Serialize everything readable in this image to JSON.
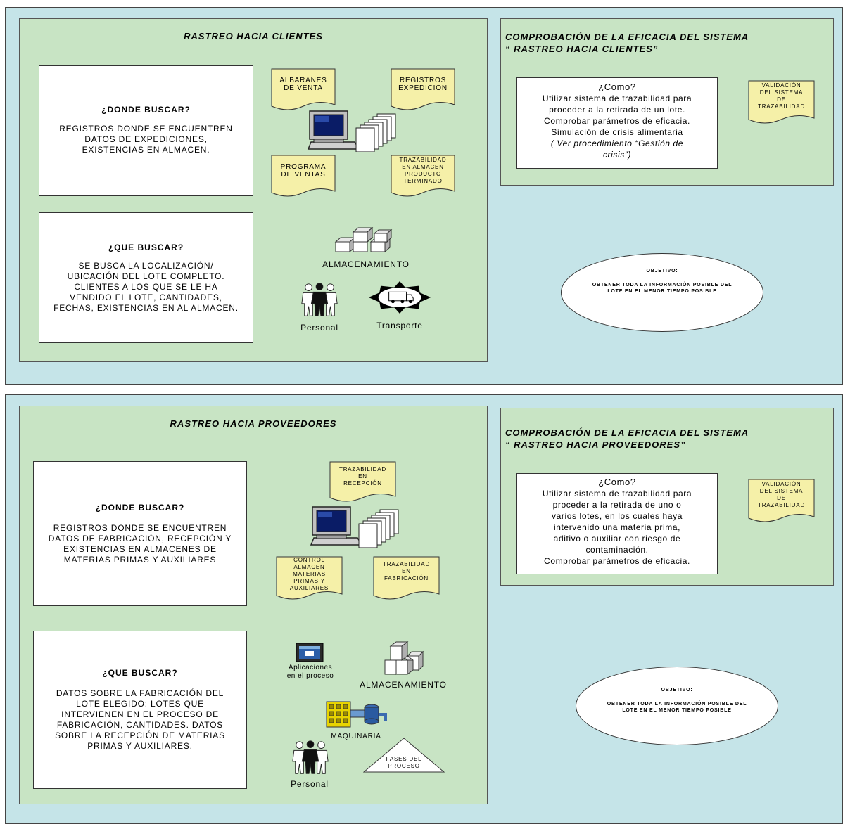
{
  "section1": {
    "panel_title": "RASTREO HACIA CLIENTES",
    "donde": {
      "heading": "¿DONDE BUSCAR?",
      "text": [
        "REGISTROS DONDE SE ENCUENTREN",
        "DATOS DE EXPEDICIONES,",
        "EXISTENCIAS EN ALMACEN."
      ]
    },
    "que": {
      "heading": "¿QUE BUSCAR?",
      "text": [
        "SE BUSCA LA LOCALIZACIÓN/",
        "UBICACIÓN DEL LOTE COMPLETO.",
        "CLIENTES A LOS QUE SE LE HA",
        "VENDIDO EL LOTE, CANTIDADES,",
        "FECHAS, EXISTENCIAS EN AL ALMACEN."
      ]
    },
    "docs": {
      "albaranes": [
        "ALBARANES",
        "DE VENTA"
      ],
      "registros": [
        "REGISTROS",
        "EXPEDICIÓN"
      ],
      "programa": [
        "PROGRAMA",
        "DE VENTAS"
      ],
      "trazabilidad": [
        "TRAZABILIDAD",
        "EN ALMACEN",
        "PRODUCTO",
        "TERMINADO"
      ]
    },
    "labels": {
      "almacenamiento": "ALMACENAMIENTO",
      "personal": "Personal",
      "transporte": "Transporte"
    },
    "check_title": [
      "COMPROBACIÓN DE LA EFICACIA DEL SISTEMA",
      "“ RASTREO HACIA CLIENTES”"
    ],
    "como": {
      "heading": "¿Como?",
      "lines": [
        "Utilizar sistema de trazabilidad para",
        "proceder a la retirada de un lote.",
        "Comprobar parámetros de eficacia.",
        "Simulación de crisis alimentaria"
      ],
      "italic": [
        "( Ver procedimiento “Gestión de",
        "crisis”)"
      ]
    },
    "validacion": [
      "VALIDACIÓN",
      "DEL SISTEMA",
      "DE",
      "TRAZABILIDAD"
    ],
    "objetivo": {
      "heading": "OBJETIVO:",
      "text": [
        "OBTENER TODA LA INFORMACIÓN POSIBLE DEL",
        "LOTE EN EL MENOR TIEMPO POSIBLE"
      ]
    }
  },
  "section2": {
    "panel_title": "RASTREO HACIA PROVEEDORES",
    "donde": {
      "heading": "¿DONDE BUSCAR?",
      "text": [
        "REGISTROS DONDE SE ENCUENTREN",
        "DATOS DE FABRICACIÓN, RECEPCIÓN Y",
        "EXISTENCIAS EN ALMACENES DE",
        "MATERIAS PRIMAS Y AUXILIARES"
      ]
    },
    "que": {
      "heading": "¿QUE BUSCAR?",
      "text": [
        "DATOS SOBRE LA FABRICACIÓN DEL",
        "LOTE ELEGIDO: LOTES QUE",
        "INTERVIENEN EN EL PROCESO DE",
        "FABRICACIÓN, CANTIDADES. DATOS",
        "SOBRE LA RECEPCIÓN DE MATERIAS",
        "PRIMAS Y AUXILIARES."
      ]
    },
    "docs": {
      "recepcion": [
        "TRAZABILIDAD",
        "EN",
        "RECEPCIÓN"
      ],
      "control": [
        "CONTROL",
        "ALMACEN",
        "MATERIAS",
        "PRIMAS Y",
        "AUXILIARES"
      ],
      "fabricacion": [
        "TRAZABILIDAD",
        "EN",
        "FABRICACIÓN"
      ]
    },
    "labels": {
      "aplicaciones": [
        "Aplicaciones",
        "en el proceso"
      ],
      "almacenamiento": "ALMACENAMIENTO",
      "maquinaria": "MAQUINARIA",
      "fases": [
        "FASES DEL",
        "PROCESO"
      ],
      "personal": "Personal"
    },
    "check_title": [
      "COMPROBACIÓN DE LA EFICACIA DEL SISTEMA",
      "“ RASTREO HACIA PROVEEDORES”"
    ],
    "como": {
      "heading": "¿Como?",
      "lines": [
        "Utilizar sistema de trazabilidad para",
        "proceder a la retirada de uno o",
        "varios lotes, en los cuales haya",
        "intervenido una materia prima,",
        "aditivo o auxiliar con riesgo de",
        "contaminación.",
        "Comprobar parámetros de eficacia."
      ]
    },
    "validacion": [
      "VALIDACIÓN",
      "DEL SISTEMA",
      "DE",
      "TRAZABILIDAD"
    ],
    "objetivo": {
      "heading": "OBJETIVO:",
      "text": [
        "OBTENER TODA LA INFORMACIÓN POSIBLE DEL",
        "LOTE EN EL MENOR TIEMPO POSIBLE"
      ]
    }
  },
  "colors": {
    "outer_bg": "#c5e4e8",
    "panel_bg": "#c8e4c4",
    "doc_fill": "#f5f0a8",
    "box_bg": "#ffffff"
  }
}
